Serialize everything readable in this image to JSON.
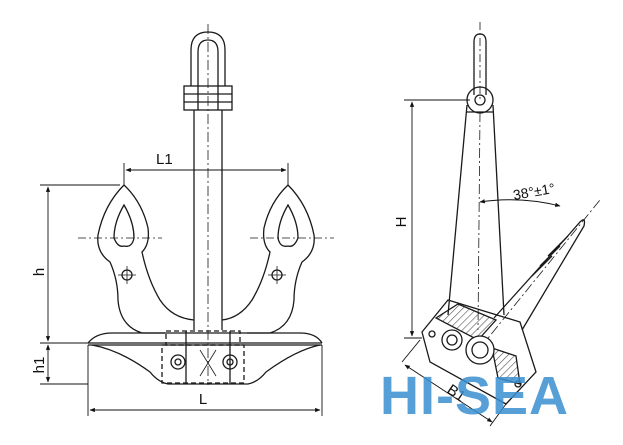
{
  "front_view": {
    "label_L1": "L1",
    "label_h": "h",
    "label_h1": "h1",
    "label_L": "L"
  },
  "side_view": {
    "label_H": "H",
    "label_angle": "38°±1°",
    "label_B1": "B1"
  },
  "logo": {
    "text": "HI-SEA",
    "color": "#3a8fd0"
  },
  "colors": {
    "line": "#1a1a1a",
    "hatch": "#555555"
  }
}
